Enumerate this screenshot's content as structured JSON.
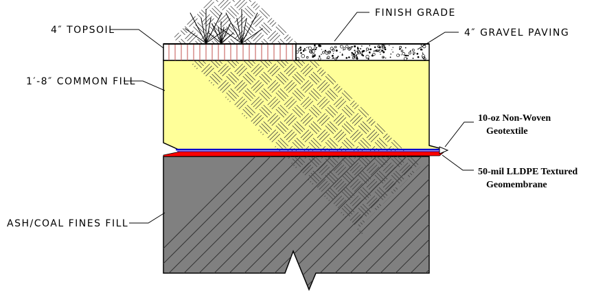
{
  "labels": {
    "topsoil": "4″ TOPSOIL",
    "finish_grade": "FINISH GRADE",
    "gravel_paving": "4″ GRAVEL PAVING",
    "common_fill": "1′-8″ COMMON FILL",
    "geotextile_line1": "10-oz Non-Woven",
    "geotextile_line2": "Geotextile",
    "geomembrane_line1": "50-mil LLDPE Textured",
    "geomembrane_line2": "Geomembrane",
    "ash_fill": "ASH/COAL FINES FILL"
  },
  "colors": {
    "common_fill": "#ffff99",
    "topsoil_hatch": "#c0504d",
    "ash_fill": "#808080",
    "geomembrane": "#ff0000",
    "geotextile": "#0000cc"
  }
}
